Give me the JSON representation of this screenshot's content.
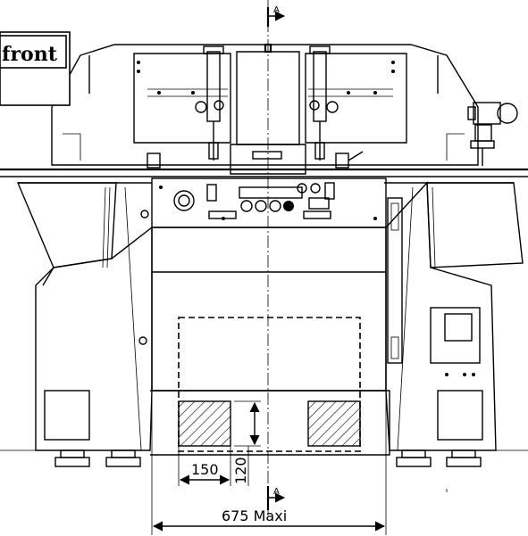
{
  "label": {
    "text": "front"
  },
  "section_marker": {
    "top": "A",
    "bottom": "A"
  },
  "dimensions": {
    "width_150": "150",
    "height_120": "120",
    "width_675": "675 Maxi"
  }
}
